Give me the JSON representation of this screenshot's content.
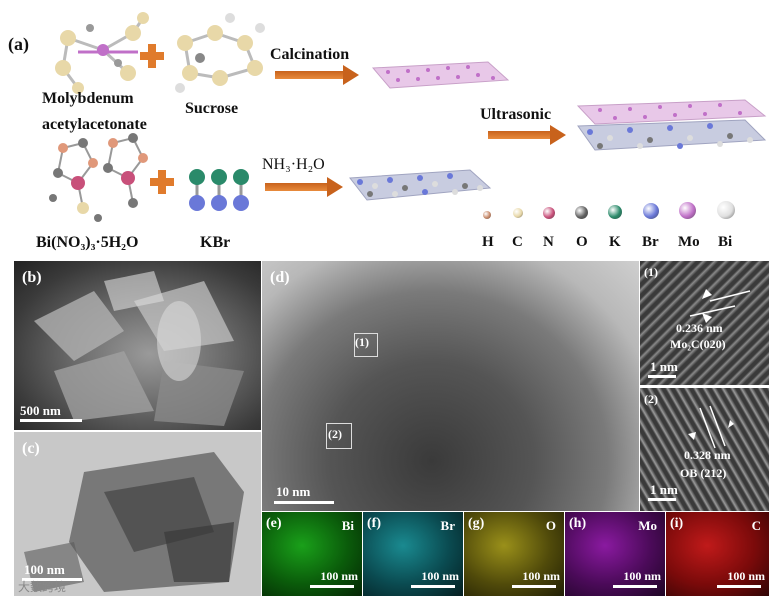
{
  "schematic": {
    "panel_label": "(a)",
    "precursor1": "Molybdenum",
    "precursor1b": "acetylacetonate",
    "precursor2": "Sucrose",
    "step1": "Calcination",
    "precursor3": "Bi(NO₃)₃·5H₂O",
    "precursor4": "KBr",
    "step2": "NH₃·H₂O",
    "step3": "Ultrasonic"
  },
  "legend": [
    {
      "symbol": "H",
      "color": "#c88a6a"
    },
    {
      "symbol": "C",
      "color": "#e8d8a8"
    },
    {
      "symbol": "N",
      "color": "#c8507a"
    },
    {
      "symbol": "O",
      "color": "#606060"
    },
    {
      "symbol": "K",
      "color": "#2a8a6a"
    },
    {
      "symbol": "Br",
      "color": "#6a78d8"
    },
    {
      "symbol": "Mo",
      "color": "#c070c8"
    },
    {
      "symbol": "Bi",
      "color": "#e0e0e0"
    }
  ],
  "panels": {
    "b": {
      "label": "(b)",
      "scale": "500 nm"
    },
    "c": {
      "label": "(c)",
      "scale": "100 nm"
    },
    "d": {
      "label": "(d)",
      "scale": "10 nm",
      "roi1": "(1)",
      "roi2": "(2)"
    },
    "inset1": {
      "label": "(1)",
      "spacing": "0.236 nm",
      "phase": "Mo₂C(020)",
      "scale": "1 nm"
    },
    "inset2": {
      "label": "(2)",
      "spacing": "0.328 nm",
      "phase": "OB (212)",
      "scale": "1 nm"
    }
  },
  "maps": [
    {
      "label": "(e)",
      "element": "Bi",
      "scale": "100 nm",
      "color": "#1aa01a"
    },
    {
      "label": "(f)",
      "element": "Br",
      "scale": "100 nm",
      "color": "#1a9aa0"
    },
    {
      "label": "(g)",
      "element": "O",
      "scale": "100 nm",
      "color": "#a09a1a"
    },
    {
      "label": "(h)",
      "element": "Mo",
      "scale": "100 nm",
      "color": "#8a1aa0"
    },
    {
      "label": "(i)",
      "element": "C",
      "scale": "100 nm",
      "color": "#b81a1a"
    }
  ],
  "watermark": "大数跨境"
}
